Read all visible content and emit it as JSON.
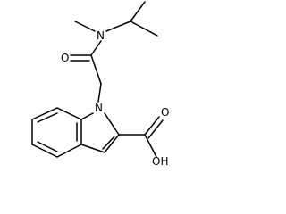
{
  "molecule": {
    "atoms": {
      "amide_nitrogen": "N",
      "amide_oxygen": "O",
      "indole_nitrogen": "N",
      "acid_oxygen": "O",
      "hydroxyl": "OH"
    },
    "colors": {
      "bond": "#000000",
      "label": "#000000",
      "background": "#ffffff"
    }
  }
}
